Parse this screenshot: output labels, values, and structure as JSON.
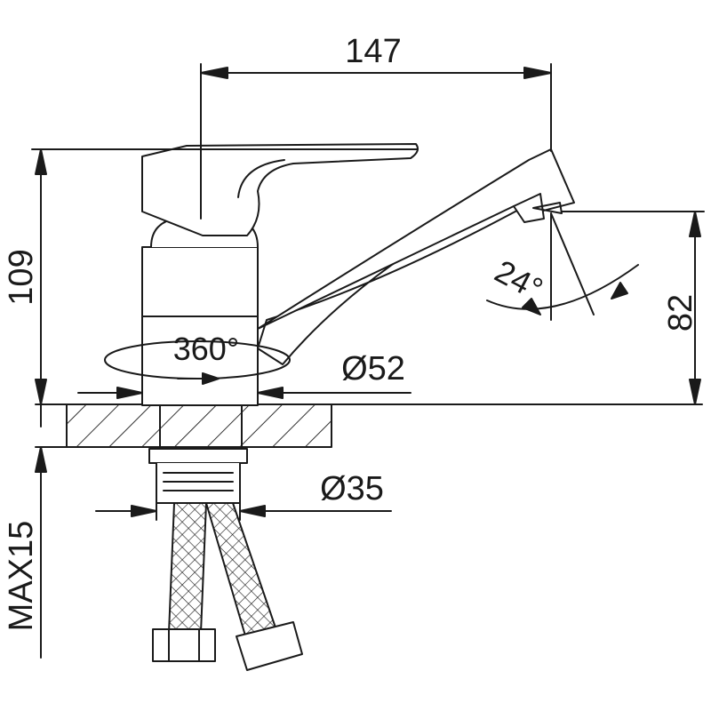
{
  "colors": {
    "line": "#1a1a1a",
    "background": "#ffffff"
  },
  "dimensions": {
    "spout_reach": "147",
    "total_height": "109",
    "outlet_height": "82",
    "base_diameter": "Ø52",
    "thread_diameter": "Ø35",
    "max_thickness": "MAX15",
    "rotation": "360°",
    "spray_angle": "24°"
  }
}
